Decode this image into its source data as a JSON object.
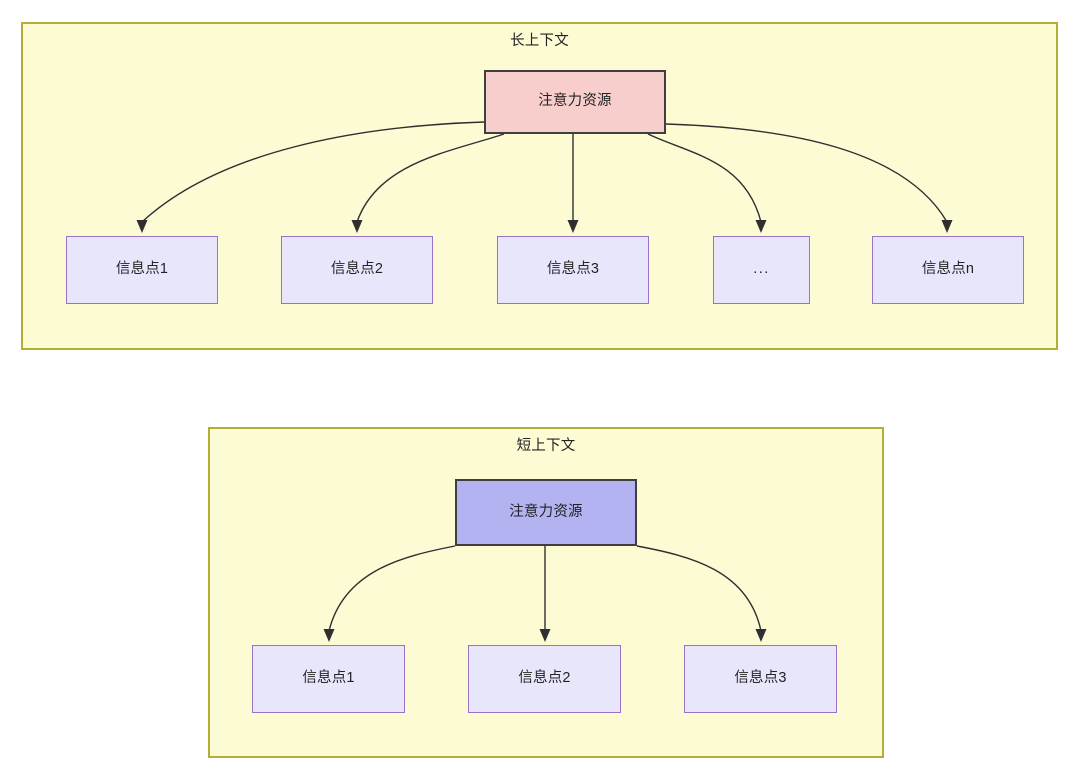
{
  "diagram": {
    "title_long": "长上下文",
    "title_short": "短上下文",
    "colors": {
      "group_fill": "#fdfbd4",
      "group_border": "#b0b034",
      "attention_long_fill": "#f8cecc",
      "attention_short_fill": "#b3b3f2",
      "info_fill": "#e8e6fb",
      "info_border": "#9a73c9",
      "edge_stroke": "#2f2f2f",
      "text": "#232323"
    }
  },
  "long_context": {
    "title": "长上下文",
    "attention_node": {
      "label": "注意力资源"
    },
    "info_nodes": [
      {
        "label": "信息点1"
      },
      {
        "label": "信息点2"
      },
      {
        "label": "信息点3"
      },
      {
        "label": "..."
      },
      {
        "label": "信息点n"
      }
    ]
  },
  "short_context": {
    "title": "短上下文",
    "attention_node": {
      "label": "注意力资源"
    },
    "info_nodes": [
      {
        "label": "信息点1"
      },
      {
        "label": "信息点2"
      },
      {
        "label": "信息点3"
      }
    ]
  }
}
